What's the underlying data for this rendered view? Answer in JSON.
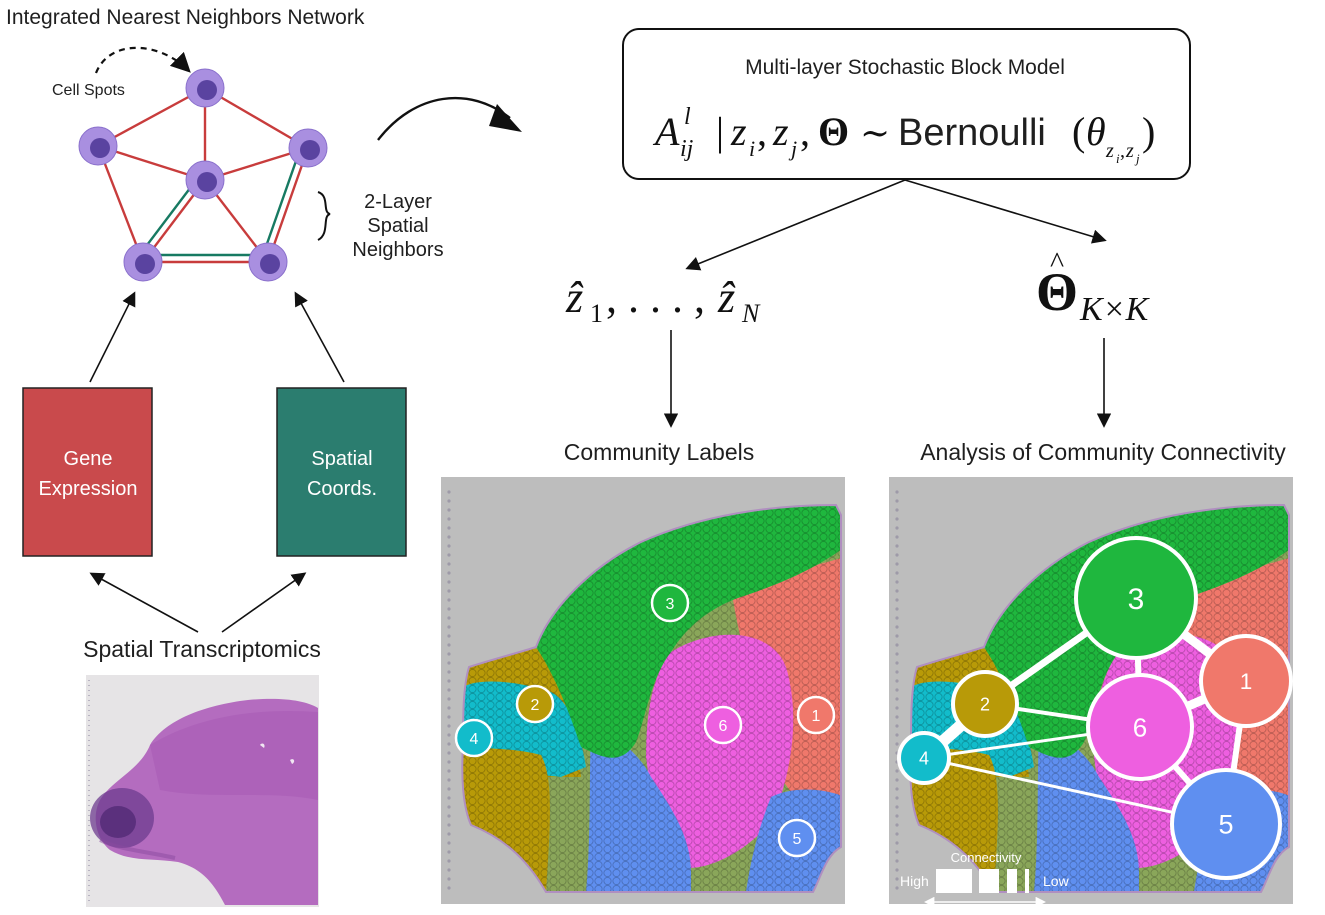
{
  "network": {
    "title": "Integrated Nearest Neighbors Network",
    "cell_spots_label": "Cell Spots",
    "spatial_neighbors_label": [
      "2-Layer",
      "Spatial",
      "Neighbors"
    ]
  },
  "inputs": {
    "gene_expression": [
      "Gene",
      "Expression"
    ],
    "spatial_coords": [
      "Spatial",
      "Coords."
    ],
    "source_label": "Spatial Transcriptomics"
  },
  "model": {
    "title": "Multi-layer Stochastic Block Model",
    "distribution": "Bernoulli"
  },
  "outputs": {
    "community_labels": "Community Labels",
    "connectivity_title": "Analysis of Community Connectivity",
    "legend_title": "Connectivity",
    "legend_high": "High",
    "legend_low": "Low"
  },
  "communities": [
    {
      "id": "1",
      "color": "#f0786b"
    },
    {
      "id": "2",
      "color": "#b89a08"
    },
    {
      "id": "3",
      "color": "#1fb73e"
    },
    {
      "id": "4",
      "color": "#12bccb"
    },
    {
      "id": "5",
      "color": "#5f8ff0"
    },
    {
      "id": "6",
      "color": "#ee5fe0"
    }
  ],
  "colors": {
    "gene_box": "#c94a4c",
    "coords_box": "#2b7d6f",
    "edge_red": "#c83c3c",
    "edge_teal": "#177a62",
    "node": "#a98fe0",
    "node_core": "#5a43a0",
    "tissue_bg": "#bdbdbd"
  }
}
